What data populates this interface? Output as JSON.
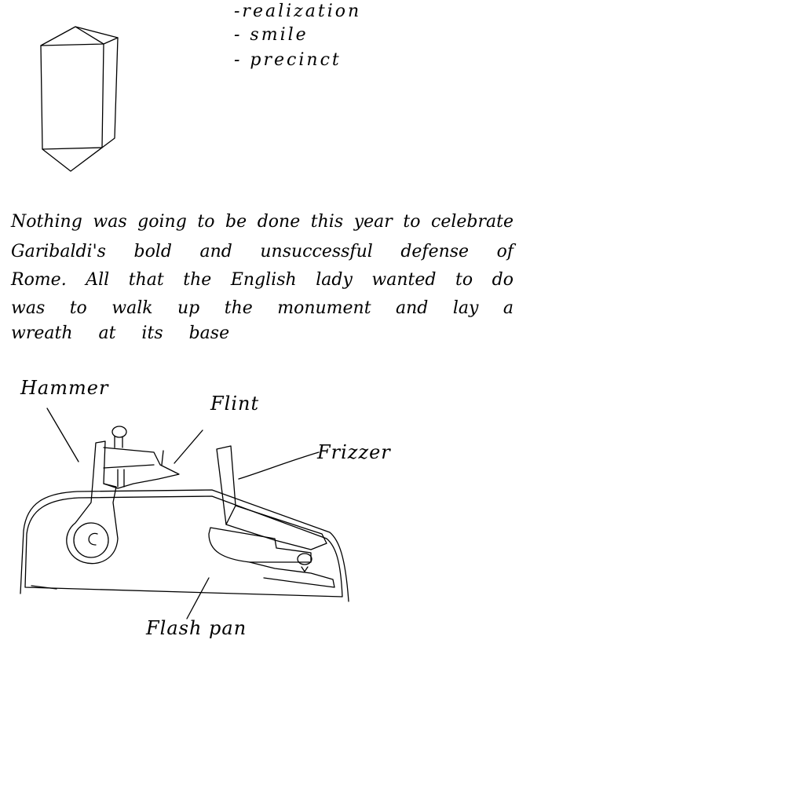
{
  "word_list": [
    "-realization",
    "- smile",
    "- precinct"
  ],
  "paragraph_lines": [
    "Nothing was going to be done this year to celebrate",
    "Garibaldi's bold and unsuccessful defense of",
    "Rome. All that the English lady wanted to do",
    "was to walk up the monument and lay a",
    "wreath at its base"
  ],
  "diagram_labels": {
    "hammer": "Hammer",
    "flint": "Flint",
    "frizzen": "Frizzer",
    "flash_pan": "Flash pan"
  },
  "colors": {
    "ink": "#000000",
    "paper": "#ffffff"
  }
}
